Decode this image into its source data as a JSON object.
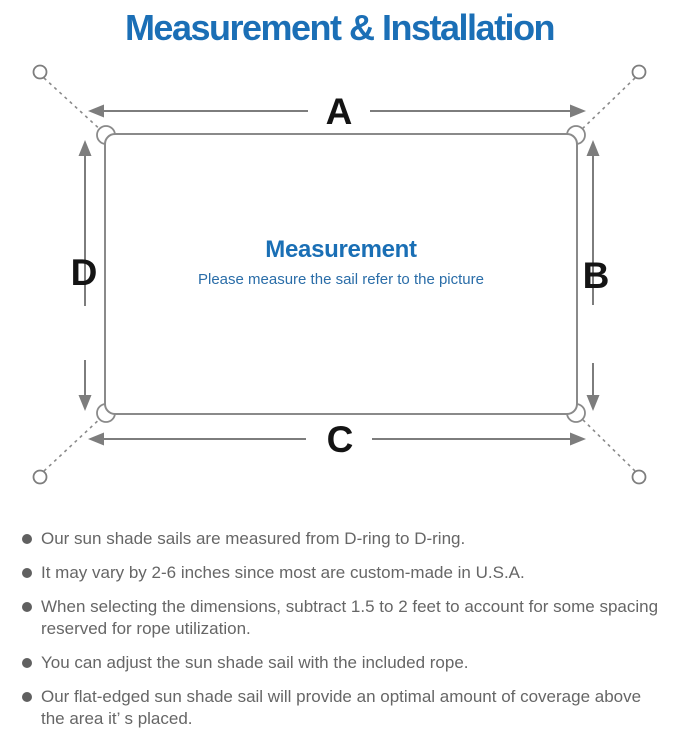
{
  "title": "Measurement & Installation",
  "diagram": {
    "center_title": "Measurement",
    "center_subtitle": "Please measure the sail refer to the picture",
    "labels": {
      "top": "A",
      "right": "B",
      "bottom": "C",
      "left": "D"
    }
  },
  "bullets": [
    "Our sun shade sails are measured from D-ring to D-ring.",
    "It may vary by 2-6 inches since most are custom-made in U.S.A.",
    "When selecting the dimensions, subtract 1.5 to 2 feet to account for some spacing reserved for rope utilization.",
    "You can adjust the sun shade sail with the included rope.",
    "Our flat-edged sun shade sail will provide an optimal amount of coverage above the area it’ s placed."
  ],
  "colors": {
    "title_blue": "#1b6fb6",
    "center_title_blue": "#1a6fb5",
    "subtitle_blue": "#2a6da8",
    "body_text_gray": "#666666",
    "line_gray": "#7d7d7d",
    "outline_gray": "#8a8a8a",
    "label_black": "#141414"
  }
}
